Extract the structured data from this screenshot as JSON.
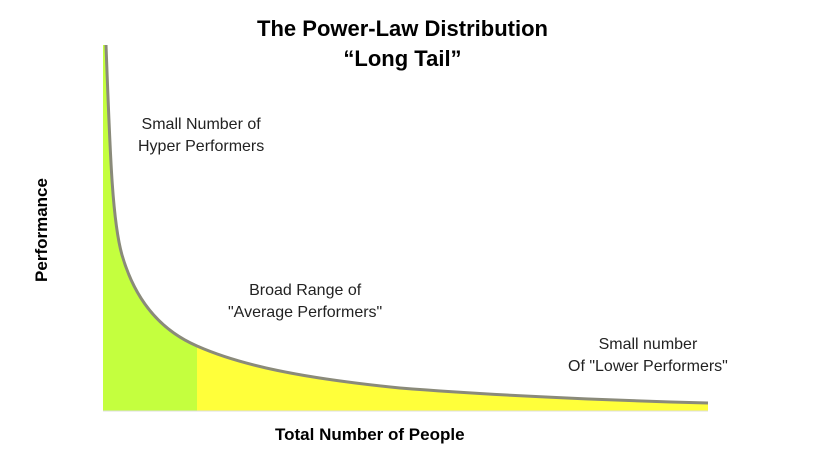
{
  "title_line1": "The Power-Law Distribution",
  "title_line2": "“Long Tail”",
  "y_axis_label": "Performance",
  "x_axis_label": "Total Number of People",
  "annotations": {
    "hyper": [
      "Small Number of",
      "Hyper Performers"
    ],
    "average": [
      "Broad Range of",
      "\"Average Performers\""
    ],
    "lower": [
      "Small number",
      "Of \"Lower Performers\""
    ]
  },
  "colors": {
    "head": "#c4ff3e",
    "tail": "#ffff3a",
    "curve": "#8a8a7a"
  }
}
